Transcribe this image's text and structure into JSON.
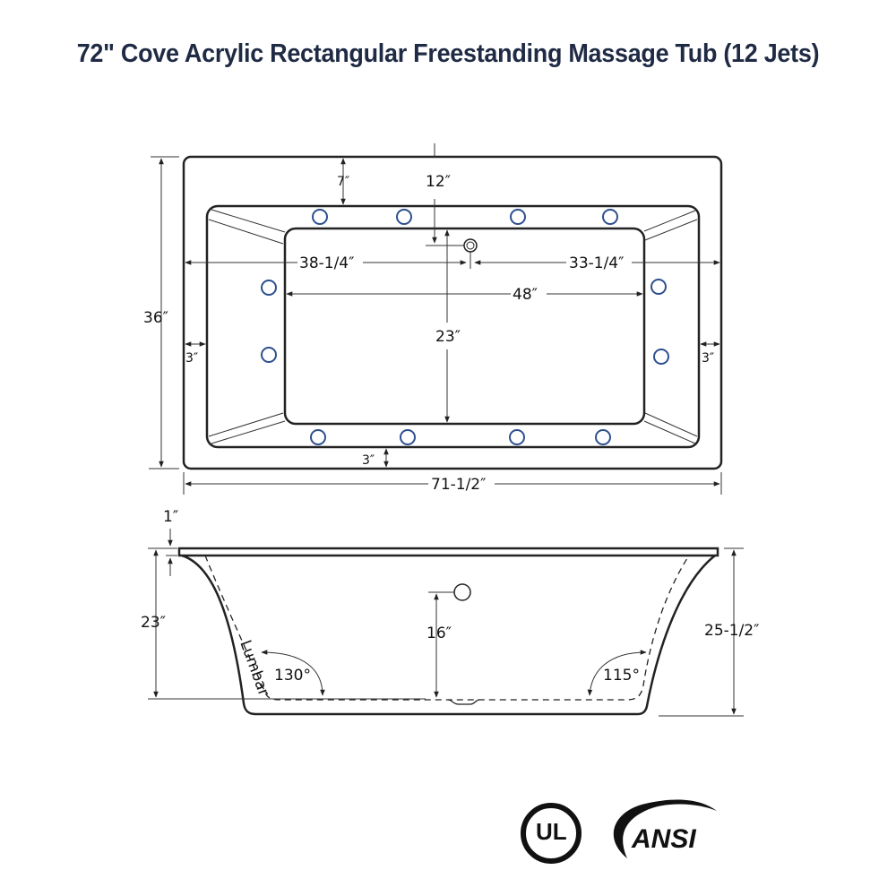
{
  "title": "72\" Cove Acrylic Rectangular Freestanding Massage Tub (12 Jets)",
  "colors": {
    "title": "#1f2a44",
    "outline": "#222222",
    "dimension_line": "#333333",
    "jet": "#2d4f8f"
  },
  "top_view": {
    "overall_length": "71-1/2″",
    "overall_width": "36″",
    "rim_top": "7″",
    "rim_side_left": "3″",
    "rim_side_right": "3″",
    "rim_bottom": "3″",
    "drain_from_top": "12″",
    "drain_from_left": "38-1/4″",
    "drain_from_right": "33-1/4″",
    "floor_length": "48″",
    "floor_width": "23″",
    "jet_count": 12
  },
  "side_view": {
    "rim_thickness": "1″",
    "interior_depth": "23″",
    "overflow_height": "16″",
    "overall_height": "25-1/2″",
    "lumbar_label": "Lumbar",
    "left_angle": "130°",
    "right_angle": "115°"
  },
  "certifications": {
    "ul": "UL",
    "ansi": "ANSI"
  }
}
